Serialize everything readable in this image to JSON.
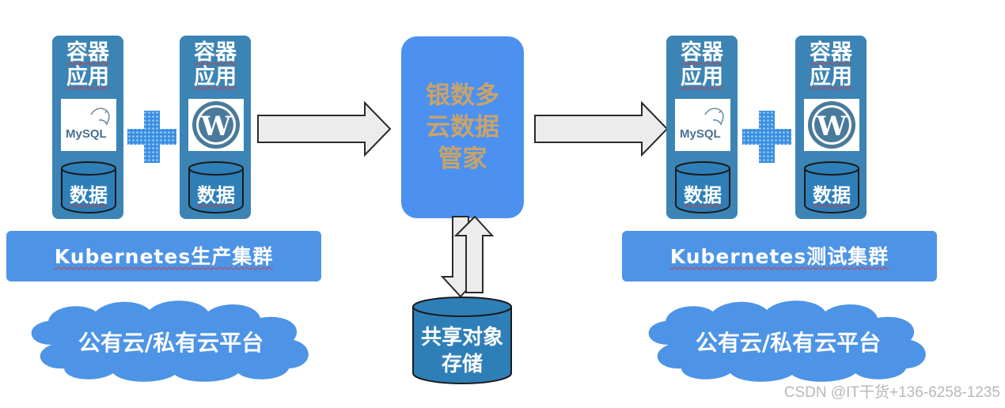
{
  "container_label": "容器\n应用",
  "data_label": "数据",
  "production": {
    "cluster": "Kubernetes生产集群",
    "platform": "公有云/私有云平台"
  },
  "test": {
    "cluster": "Kubernetes测试集群",
    "platform": "公有云/私有云平台"
  },
  "manager": {
    "label": "银数多云数据管家"
  },
  "storage": {
    "label": "共享对象存储"
  },
  "logos": {
    "mysql": "MySQL",
    "wordpress": "W"
  },
  "watermark": "CSDN @IT干货+136-6258-1235",
  "colors": {
    "card": "#3b84b5",
    "bar": "#4d94e6",
    "manager": "#4c91f0",
    "manager_text": "#c9a36a",
    "cloud": "#4d94e6"
  }
}
